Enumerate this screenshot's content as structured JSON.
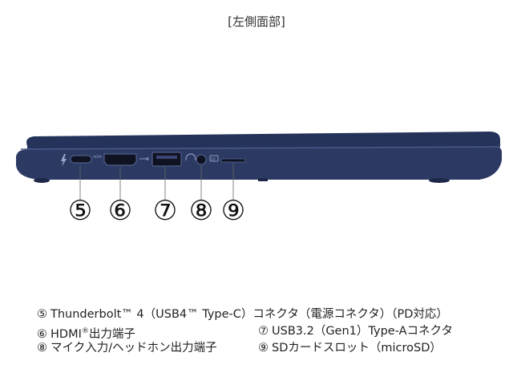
{
  "title": "[左側面部]",
  "port_numbers": [
    "⑤",
    "⑥",
    "⑦",
    "⑧",
    "⑨"
  ],
  "icons": [
    "thunderbolt-icon",
    "hdmi-icon",
    "usb-icon",
    "headphone-icon",
    "sd-card-icon"
  ],
  "port_labels": [
    "HDMI",
    "SD"
  ],
  "colors": {
    "chassis": "#2c3a63",
    "chassis_dark": "#1d2748",
    "port": "#0f1220"
  },
  "legend": {
    "item5": {
      "num": "⑤",
      "text": "Thunderbolt™ 4（USB4™ Type-C）コネクタ（電源コネクタ）（PD対応）"
    },
    "item6": {
      "num": "⑥",
      "text_a": "HDMI",
      "text_sup": "®",
      "text_b": "出力端子"
    },
    "item7": {
      "num": "⑦",
      "text": "USB3.2（Gen1）Type-Aコネクタ"
    },
    "item8": {
      "num": "⑧",
      "text": "マイク入力/ヘッドホン出力端子"
    },
    "item9": {
      "num": "⑨",
      "text": "SDカードスロット（microSD）"
    }
  }
}
